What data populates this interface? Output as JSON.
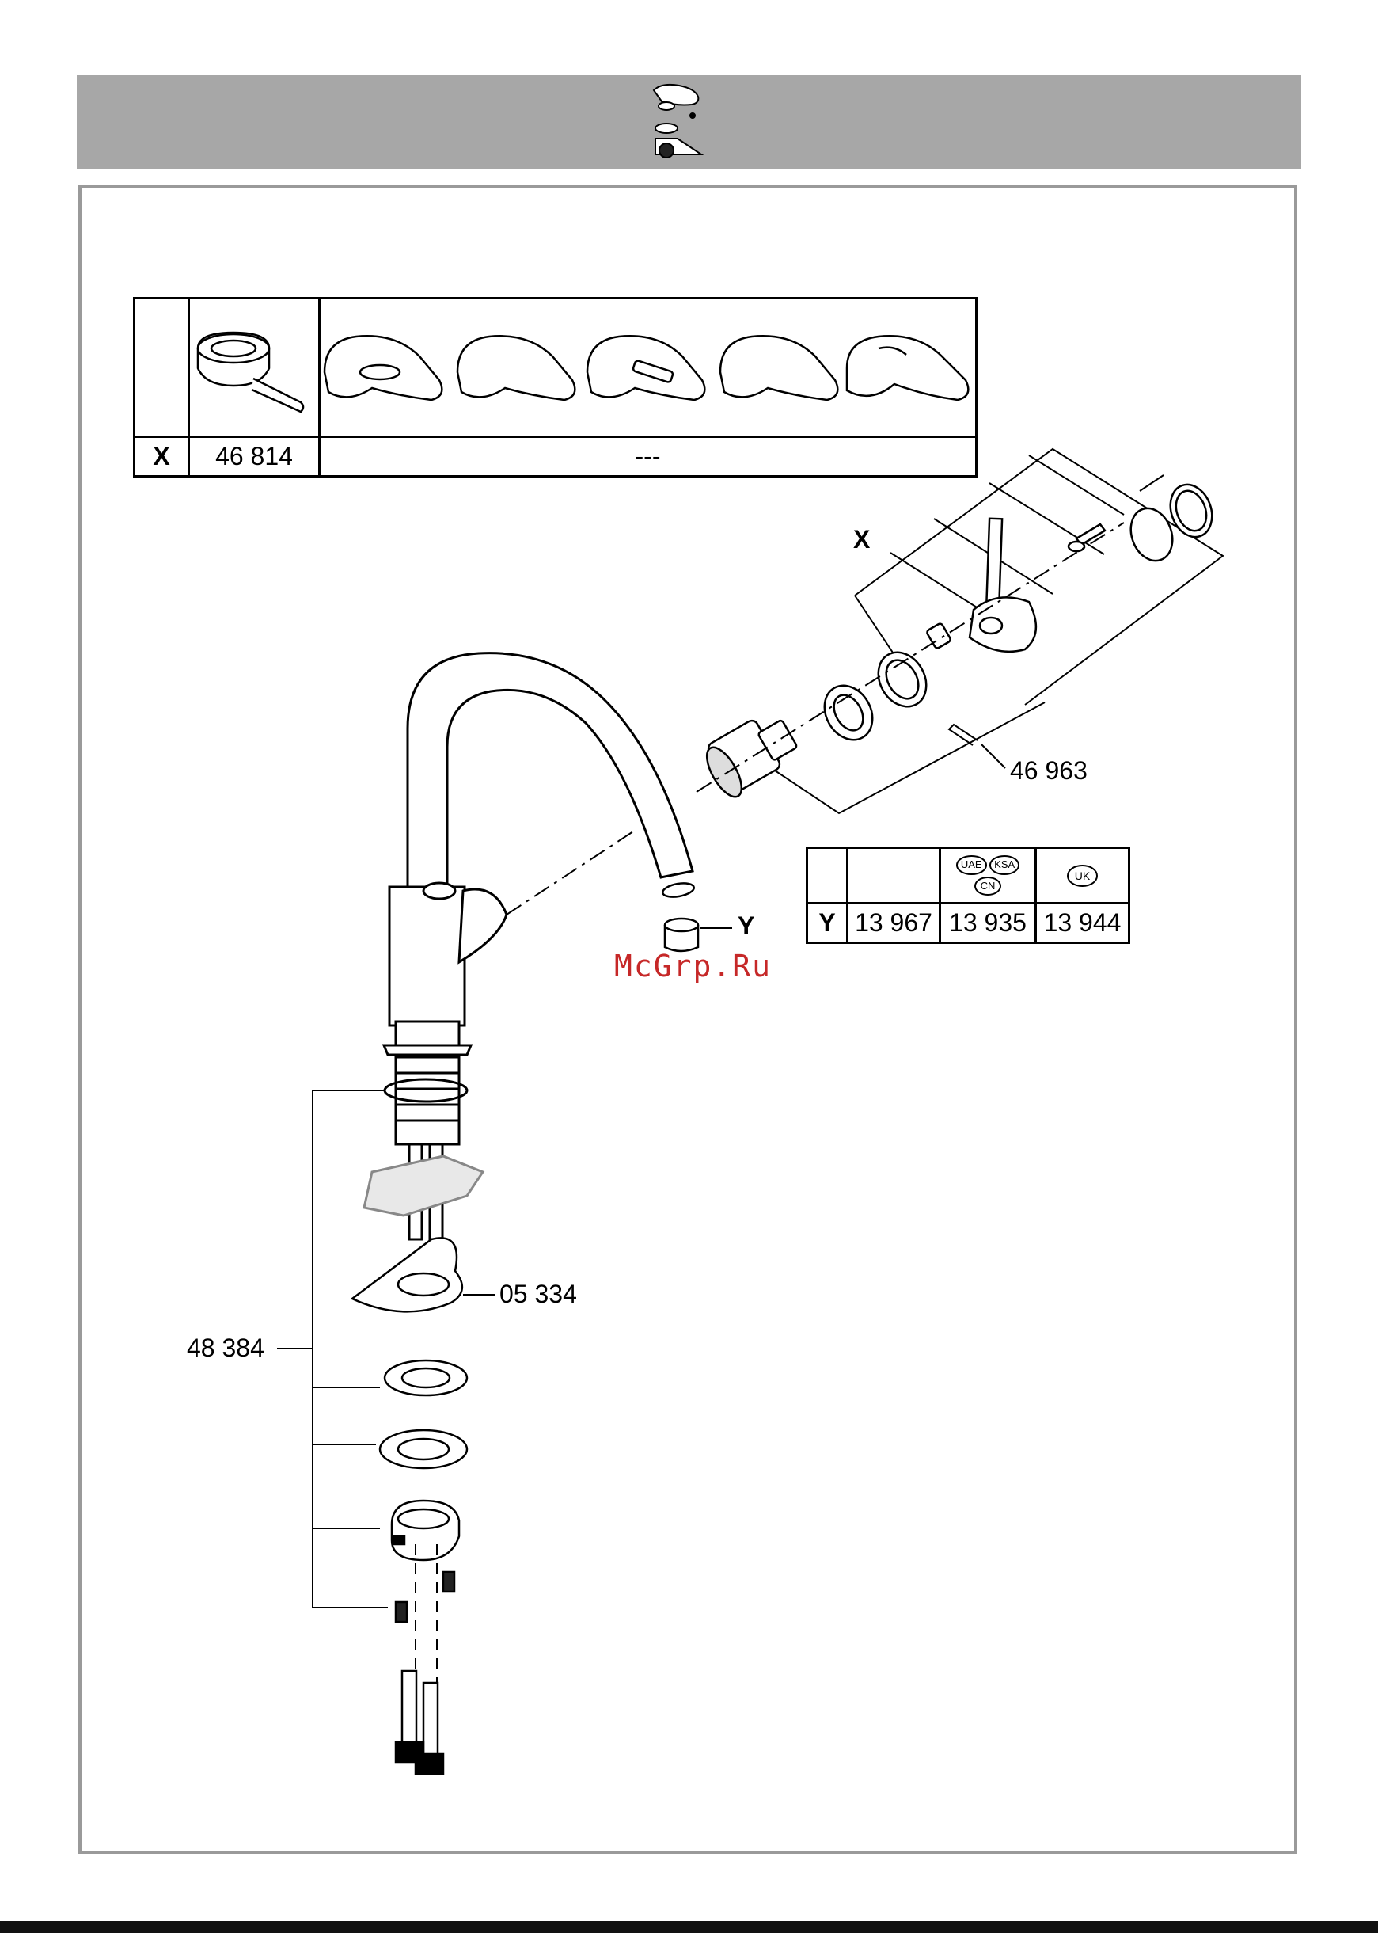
{
  "header": {
    "icon": "lever-cartridge-icon"
  },
  "handle_table": {
    "row_label": "X",
    "part_number": "46 814",
    "other_handles_value": "---",
    "icons": [
      "cartridge-handle-icon",
      "lever-handle-icon-1",
      "lever-handle-icon-2",
      "lever-handle-icon-3",
      "lever-handle-icon-4",
      "lever-handle-icon-5"
    ]
  },
  "aerator_table": {
    "row_label": "Y",
    "region_uae": "UAE",
    "region_ksa": "KSA",
    "region_cn": "CN",
    "region_uk": "UK",
    "values": [
      "13 967",
      "13 935",
      "13 944"
    ]
  },
  "callouts": {
    "x_label": "X",
    "y_label": "Y",
    "cartridge_set": "46 963",
    "mounting_set": "48 384",
    "bracket": "05 334"
  },
  "watermark": "McGrp.Ru",
  "colors": {
    "header_band": "#a7a7a7",
    "frame": "#9a9a9a",
    "watermark": "#c62828"
  }
}
